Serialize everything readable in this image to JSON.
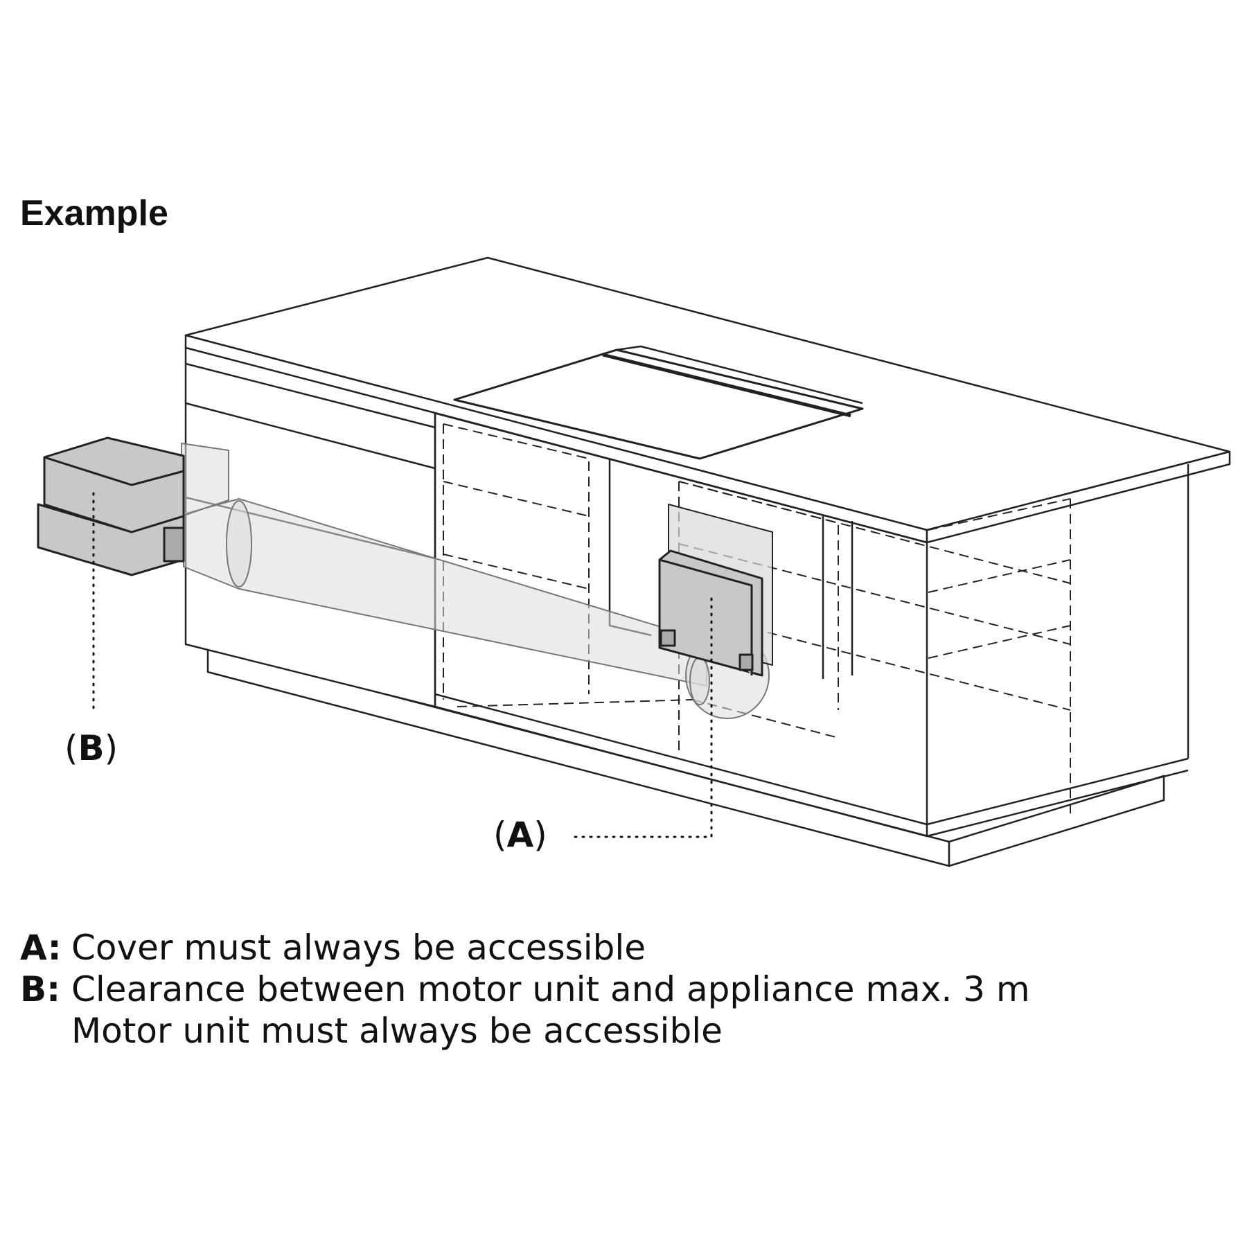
{
  "title": "Example",
  "callouts": {
    "a": {
      "letter": "A",
      "open": "(",
      "close": ")"
    },
    "b": {
      "letter": "B",
      "open": "(",
      "close": ")"
    }
  },
  "legend": [
    {
      "key": "A:",
      "lines": [
        "Cover must always be accessible"
      ]
    },
    {
      "key": "B:",
      "lines": [
        "Clearance between motor unit and appliance max. 3 m",
        "Motor unit must always be accessible"
      ]
    }
  ],
  "colors": {
    "line": "#222222",
    "component_fill": "#c8c8c8",
    "duct_fill": "#dcdcdc",
    "background": "#ffffff"
  }
}
